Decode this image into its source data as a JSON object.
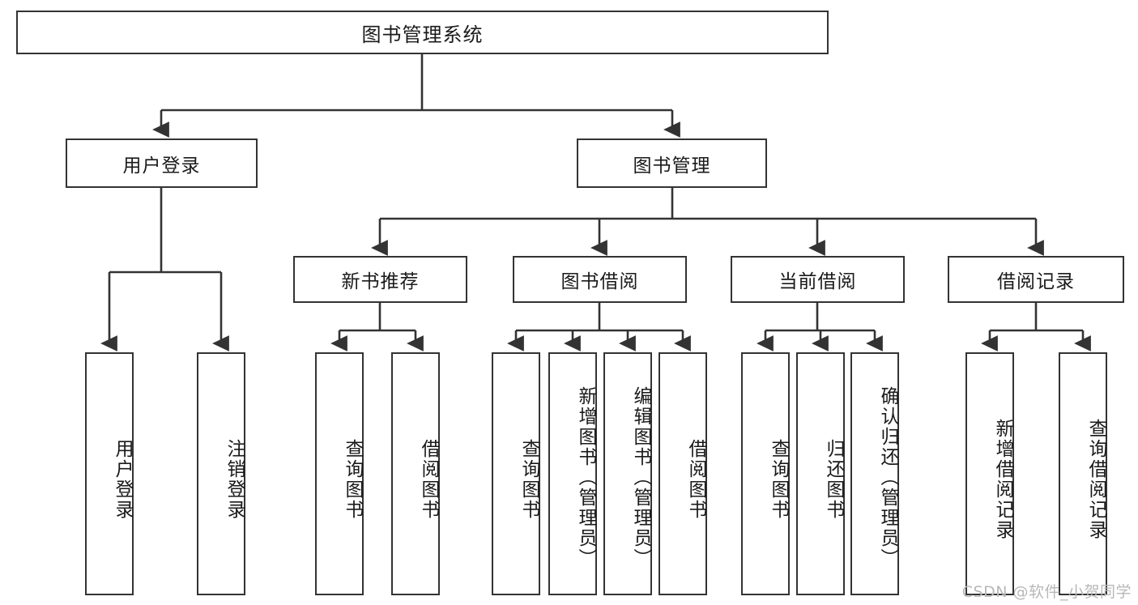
{
  "diagram": {
    "title": "图书管理系统",
    "watermark": "CSDN @软件_小贺同学",
    "stroke_color": "#333333",
    "background_color": "#ffffff",
    "text_color": "#1a1a1a",
    "watermark_color": "#b8b8b8"
  },
  "nodes": {
    "root": {
      "label": "图书管理系统"
    },
    "level2": [
      {
        "label": "用户登录"
      },
      {
        "label": "图书管理"
      }
    ],
    "level3": [
      {
        "label": "新书推荐"
      },
      {
        "label": "图书借阅"
      },
      {
        "label": "当前借阅"
      },
      {
        "label": "借阅记录"
      }
    ],
    "leaves": {
      "user_login": [
        {
          "label": "用户登录"
        },
        {
          "label": "注销登录"
        }
      ],
      "new_book_recommend": [
        {
          "label": "查询图书"
        },
        {
          "label": "借阅图书"
        }
      ],
      "book_borrow": [
        {
          "label": "查询图书"
        },
        {
          "label": "新增图书（管理员）"
        },
        {
          "label": "编辑图书（管理员）"
        },
        {
          "label": "借阅图书"
        }
      ],
      "current_borrow": [
        {
          "label": "查询图书"
        },
        {
          "label": "归还图书"
        },
        {
          "label": "确认归还（管理员）"
        }
      ],
      "borrow_record": [
        {
          "label": "新增借阅记录"
        },
        {
          "label": "查询借阅记录"
        }
      ]
    }
  }
}
